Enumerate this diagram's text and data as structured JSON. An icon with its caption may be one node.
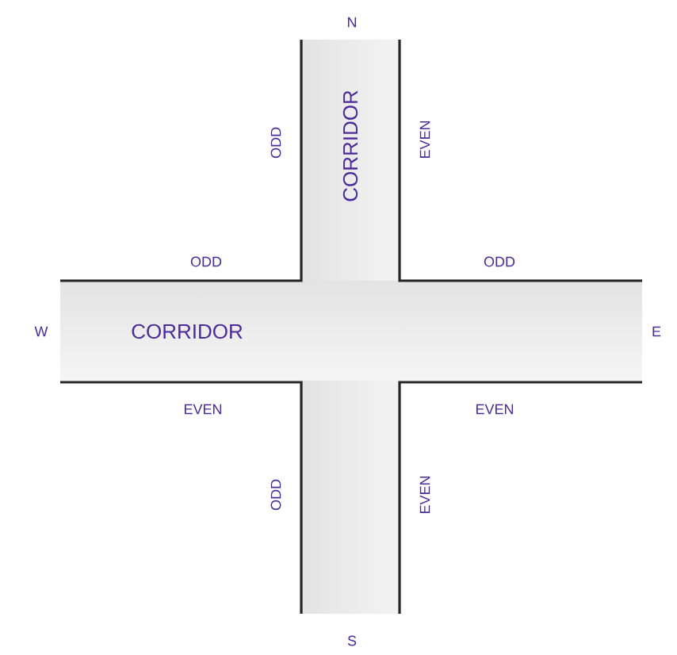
{
  "diagram": {
    "nodes": [
      {
        "text": [
          "CORRIDOR"
        ]
      },
      {
        "text": [
          "CORRIDOR"
        ]
      }
    ],
    "labels": [
      "N",
      "ODD",
      "EVEN",
      "ODD",
      "ODD",
      "W",
      "E",
      "EVEN",
      "EVEN",
      "ODD",
      "EVEN",
      "S"
    ]
  }
}
